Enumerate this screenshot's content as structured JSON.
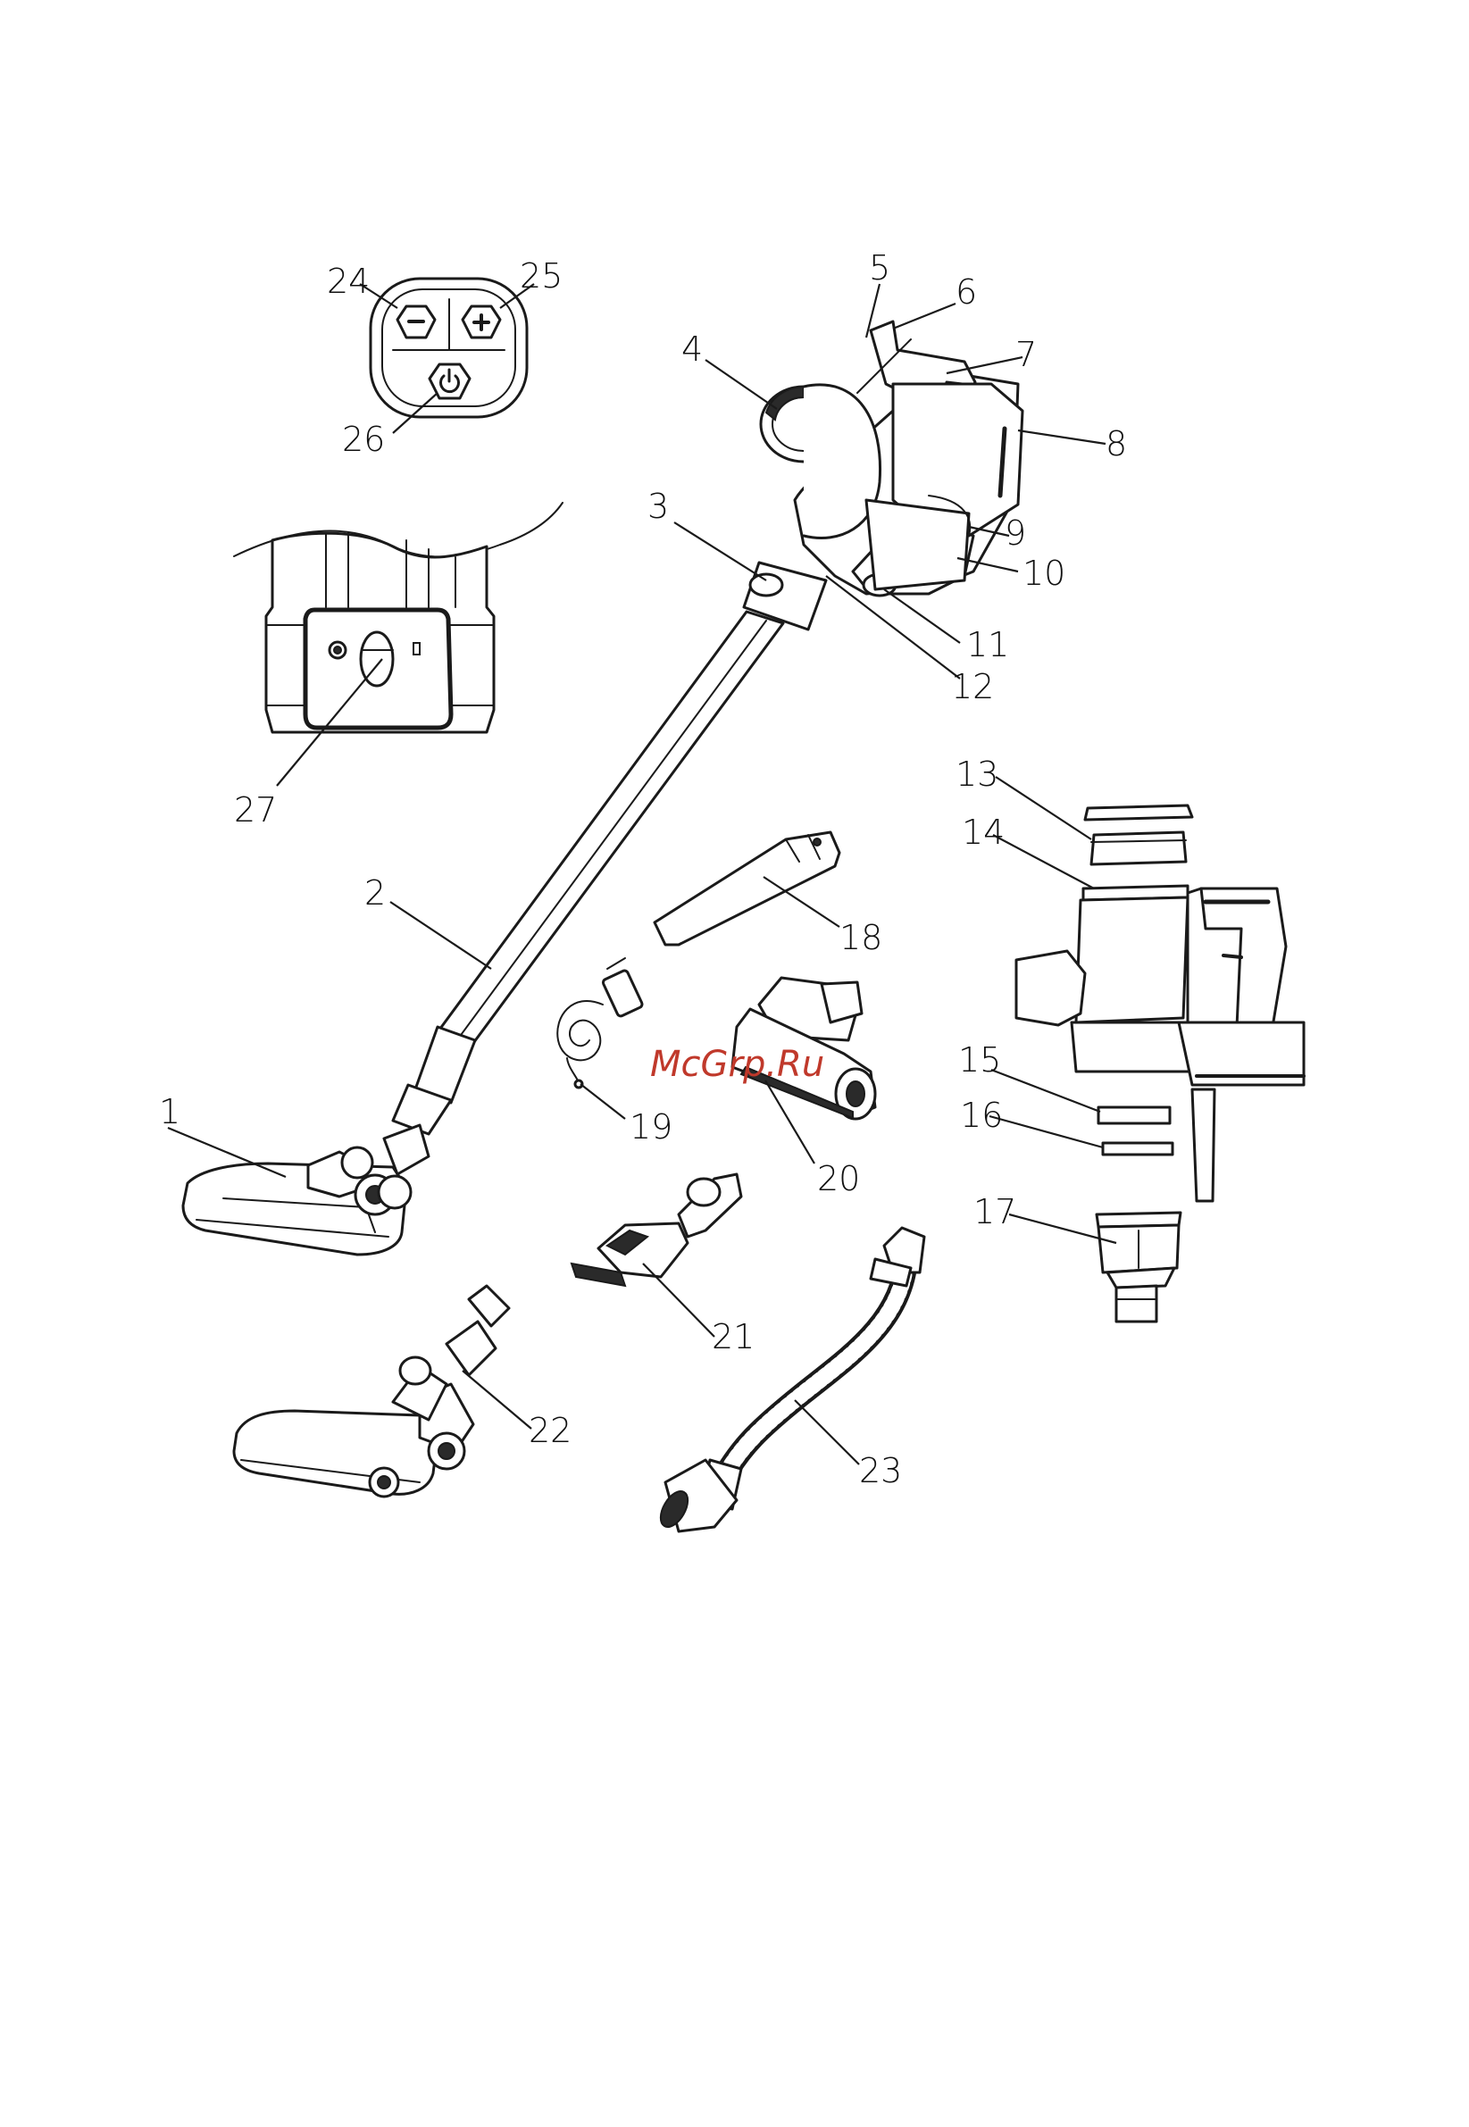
{
  "watermark": "McGrp.Ru",
  "colors": {
    "line": "#1a1a1a",
    "watermark": "#c0392b",
    "background": "#ffffff"
  },
  "callouts": [
    {
      "id": "1",
      "label": "1"
    },
    {
      "id": "2",
      "label": "2"
    },
    {
      "id": "3",
      "label": "3"
    },
    {
      "id": "4",
      "label": "4"
    },
    {
      "id": "5",
      "label": "5"
    },
    {
      "id": "6",
      "label": "6"
    },
    {
      "id": "7",
      "label": "7"
    },
    {
      "id": "8",
      "label": "8"
    },
    {
      "id": "9",
      "label": "9"
    },
    {
      "id": "10",
      "label": "10"
    },
    {
      "id": "11",
      "label": "11"
    },
    {
      "id": "12",
      "label": "12"
    },
    {
      "id": "13",
      "label": "13"
    },
    {
      "id": "14",
      "label": "14"
    },
    {
      "id": "15",
      "label": "15"
    },
    {
      "id": "16",
      "label": "16"
    },
    {
      "id": "17",
      "label": "17"
    },
    {
      "id": "18",
      "label": "18"
    },
    {
      "id": "19",
      "label": "19"
    },
    {
      "id": "20",
      "label": "20"
    },
    {
      "id": "21",
      "label": "21"
    },
    {
      "id": "22",
      "label": "22"
    },
    {
      "id": "23",
      "label": "23"
    },
    {
      "id": "24",
      "label": "24"
    },
    {
      "id": "25",
      "label": "25"
    },
    {
      "id": "26",
      "label": "26"
    },
    {
      "id": "27",
      "label": "27"
    }
  ],
  "icons": [
    "minus-icon",
    "plus-icon",
    "power-icon",
    "battery-icon"
  ]
}
